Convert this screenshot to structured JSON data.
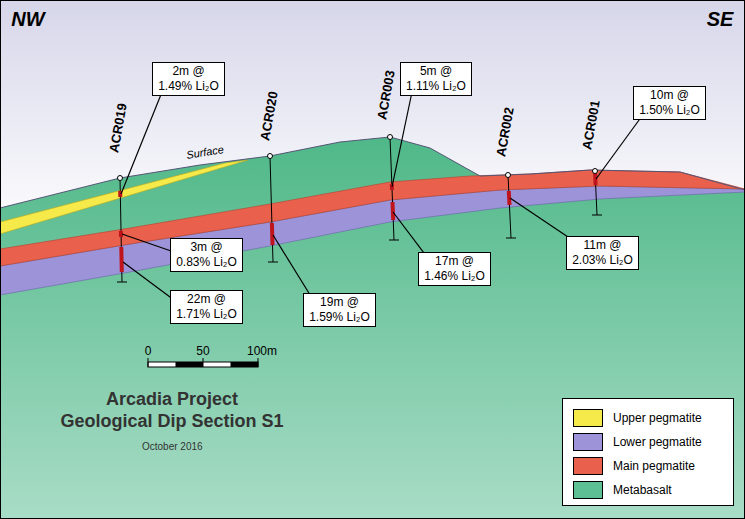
{
  "diagram": {
    "title": "Arcadia Project Geological Dip Section S1",
    "caption": "October 2016",
    "nodes": [
      {
        "text": [
          "2m @ 1.49% Li₂O"
        ]
      },
      {
        "text": [
          "5m @ 1.11% Li₂O"
        ]
      },
      {
        "text": [
          "10m @ 1.50% Li₂O"
        ]
      },
      {
        "text": [
          "3m @ 0.83% Li₂O"
        ]
      },
      {
        "text": [
          "22m @ 1.71% Li₂O"
        ]
      },
      {
        "text": [
          "19m @ 1.59% Li₂O"
        ]
      },
      {
        "text": [
          "17m @ 1.46% Li₂O"
        ]
      },
      {
        "text": [
          "11m @ 2.03% Li₂O"
        ]
      }
    ],
    "labels": [
      "NW",
      "SE",
      "ACR019",
      "ACR020",
      "ACR003",
      "ACR002",
      "ACR001",
      "Surface",
      "0",
      "50",
      "100m"
    ],
    "legend": [
      {
        "text": "Upper pegmatite",
        "color": "#f5ea4a"
      },
      {
        "text": "Lower pegmatite",
        "color": "#9c93d8"
      },
      {
        "text": "Main pegmatite",
        "color": "#e9604c"
      },
      {
        "text": "Metabasalt",
        "color": "#5dbf94"
      }
    ]
  }
}
